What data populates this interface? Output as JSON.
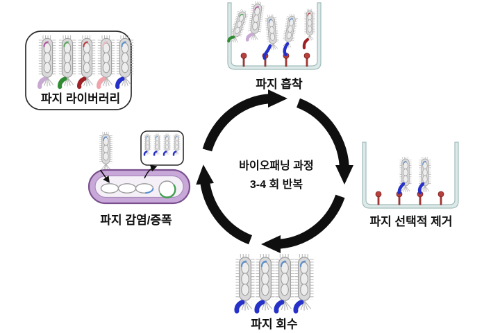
{
  "cycle": {
    "line1": "바이오패닝 과정",
    "line2": "3-4 회 반복"
  },
  "labels": {
    "library": "파지 라이버러리",
    "adsorption": "파지 흡착",
    "removal": "파지 선택적 제거",
    "recovery": "파지 회수",
    "amplification": "파지 감염/증폭"
  },
  "palette": {
    "ink": "#0f0f0f",
    "phage-body": "#d9d9d9",
    "phage-stroke": "#a0a0a0",
    "phage-inner": "#ededed",
    "dna-stroke": "#9c9c9c",
    "hair": "#b5b5b5",
    "arc-magenta": "#b3509f",
    "arc-green": "#57a65a",
    "arc-red": "#c4373c",
    "arc-pink": "#f2b6be",
    "arc-blue": "#5b8fd0",
    "tail-plum": "#c8a9d4",
    "tail-green": "#2f8c33",
    "tail-red": "#9e1f24",
    "tail-pink": "#f0a3aa",
    "tail-blue": "#2531c9",
    "receptor": "#b7403c",
    "receptor-stroke": "#7c2321",
    "well-fill": "#dde9e8",
    "well-stroke": "#a0bcb9",
    "cell-band": "#c8a8d8",
    "cell-stroke": "#7a4f8e",
    "cell-inner": "#f5f0f8",
    "cell-inner-stroke": "#a98bbd",
    "plasmid-green": "#3f9e4d",
    "dna-blue": "#5b8fd0",
    "box-stroke": "#2a2a2a"
  }
}
